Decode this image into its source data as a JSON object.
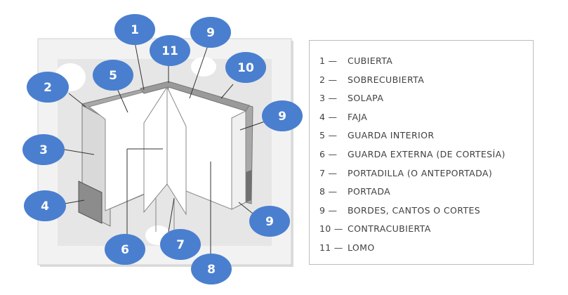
{
  "callouts": [
    {
      "id": "1",
      "text": "1"
    },
    {
      "id": "2",
      "text": "2"
    },
    {
      "id": "3",
      "text": "3"
    },
    {
      "id": "4",
      "text": "4"
    },
    {
      "id": "5",
      "text": "5"
    },
    {
      "id": "6",
      "text": "6"
    },
    {
      "id": "7",
      "text": "7"
    },
    {
      "id": "8",
      "text": "8"
    },
    {
      "id": "9a",
      "text": "9"
    },
    {
      "id": "9b",
      "text": "9"
    },
    {
      "id": "9c",
      "text": "9"
    },
    {
      "id": "10",
      "text": "10"
    },
    {
      "id": "11",
      "text": "11"
    }
  ],
  "legend": [
    {
      "num": "1 —",
      "label": "CUBIERTA"
    },
    {
      "num": "2 —",
      "label": "SOBRECUBIERTA"
    },
    {
      "num": "3 —",
      "label": "SOLAPA"
    },
    {
      "num": "4 —",
      "label": "FAJA"
    },
    {
      "num": "5 —",
      "label": "GUARDA INTERIOR"
    },
    {
      "num": "6 —",
      "label": "GUARDA EXTERNA (DE CORTESÍA)"
    },
    {
      "num": "7 —",
      "label": "PORTADILLA (O ANTEPORTADA)"
    },
    {
      "num": "8 —",
      "label": "PORTADA"
    },
    {
      "num": "9 —",
      "label": "BORDES, CANTOS O CORTES"
    },
    {
      "num": "10 —",
      "label": "CONTRACUBIERTA"
    },
    {
      "num": "11 —",
      "label": "LOMO"
    }
  ],
  "colors": {
    "callout_fill": "#4a7fcf",
    "callout_text": "#ffffff",
    "legend_text": "#404040",
    "frame_border": "#bdbdbd",
    "cover": "#a8a8a8",
    "page": "#ffffff",
    "flap": "#d9d9d9",
    "band": "#8c8c8c"
  }
}
